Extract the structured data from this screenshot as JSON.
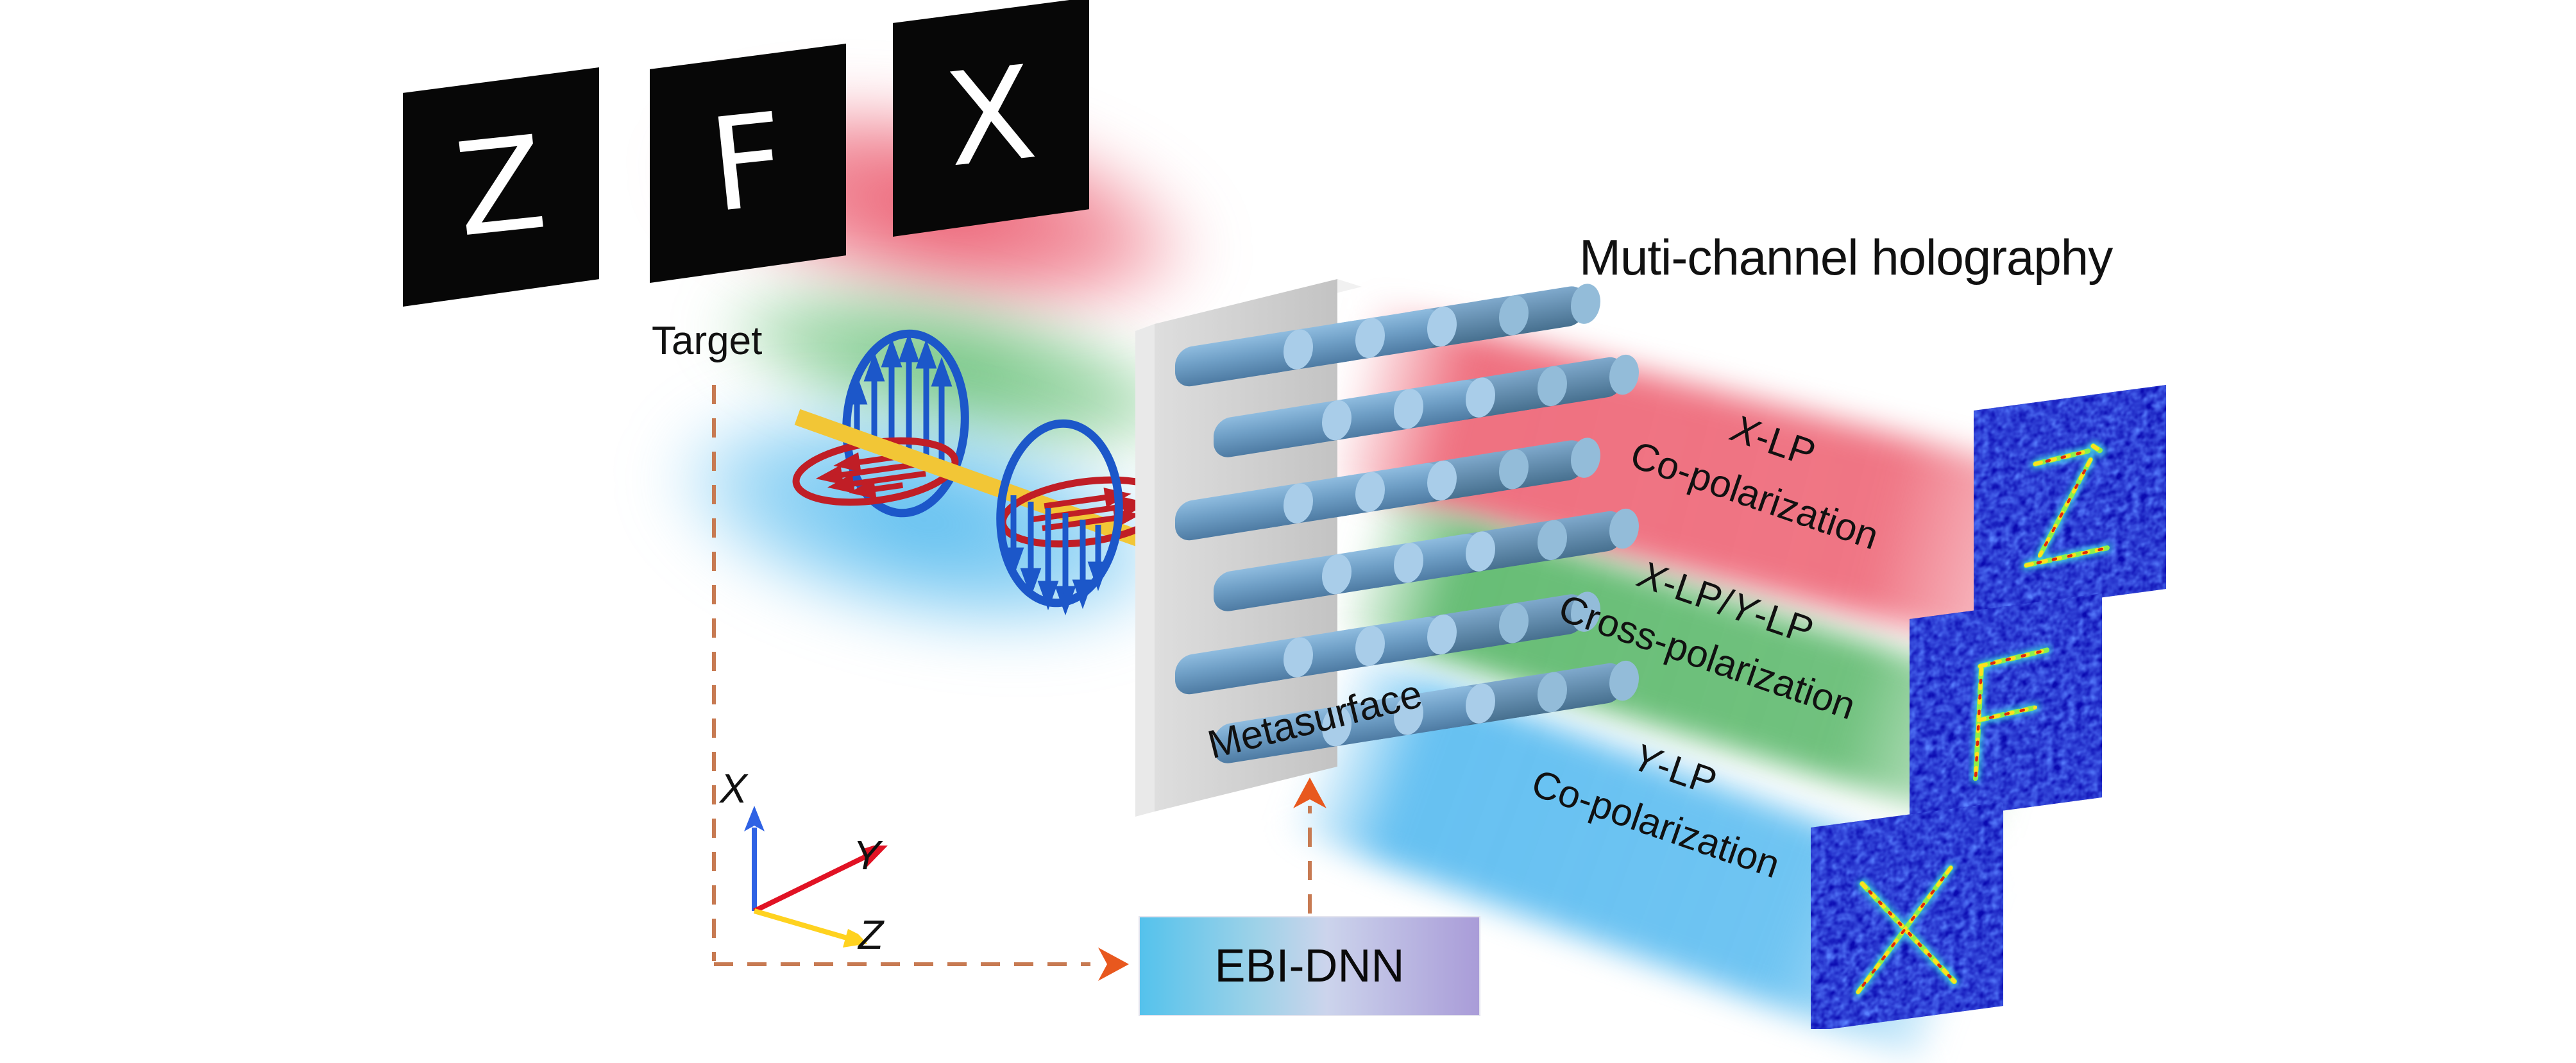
{
  "figure": {
    "title": "Muti-channel holography",
    "target": {
      "label": "Target",
      "panels": [
        {
          "letter": "Z"
        },
        {
          "letter": "F"
        },
        {
          "letter": "X"
        }
      ]
    },
    "metasurface": {
      "label": "Metasurface"
    },
    "dnn": {
      "label": "EBI-DNN"
    },
    "axes": {
      "x": "X",
      "y": "Y",
      "z": "Z"
    },
    "channels": {
      "red": {
        "var": "X",
        "suffix": "-LP",
        "line2": "Co-polarization",
        "color": "#ec5a6a"
      },
      "green": {
        "var1": "X",
        "suffix1": "-LP/",
        "var2": "Y",
        "suffix2": "-LP",
        "line2": "Cross-polarization",
        "color": "#4db25e"
      },
      "blue": {
        "var": "Y",
        "suffix": "-LP",
        "line2": "Co-polarization",
        "color": "#56baea"
      }
    },
    "holograms": [
      {
        "letter": "Z"
      },
      {
        "letter": "F"
      },
      {
        "letter": "X"
      }
    ],
    "colors": {
      "hologram_background": "#0a09b0",
      "wave_axis": "#f2c636",
      "wave_e_field": "#1c57c9",
      "wave_h_field": "#c01e26",
      "connector": "#c77a52",
      "arrowhead": "#e8581e"
    }
  }
}
